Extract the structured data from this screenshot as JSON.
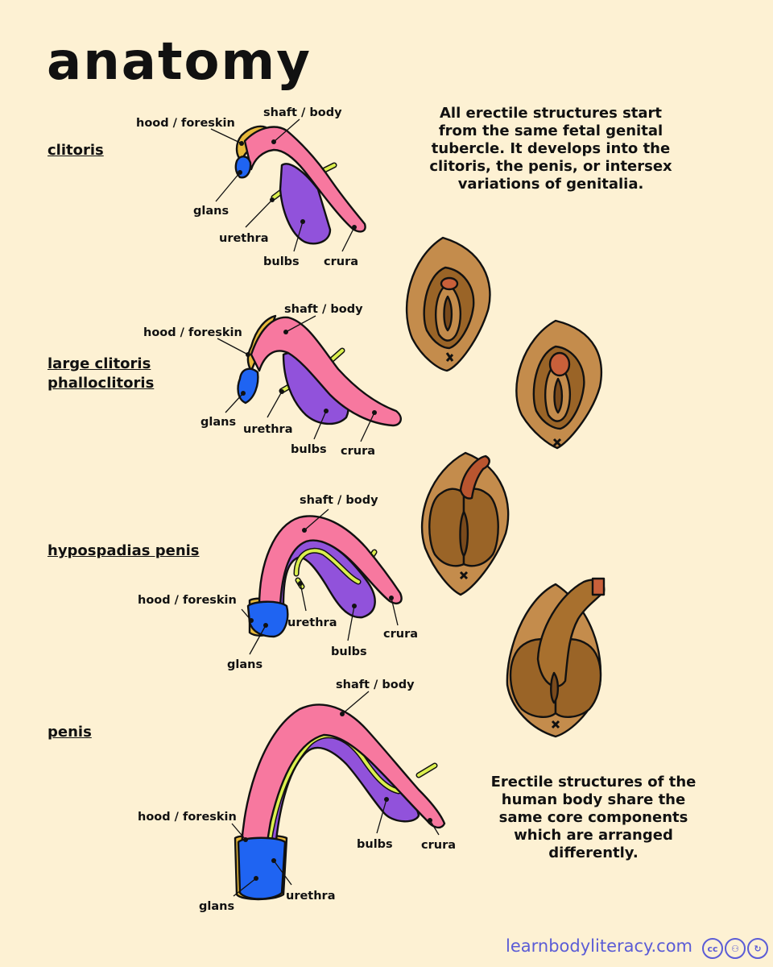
{
  "title": "anatomy",
  "sections": {
    "clitoris": {
      "label": "clitoris"
    },
    "large_clitoris": {
      "label_line1": "large clitoris",
      "label_line2": "phalloclitoris"
    },
    "hypospadias": {
      "label": "hypospadias penis"
    },
    "penis": {
      "label": "penis"
    }
  },
  "parts": {
    "hood": "hood / foreskin",
    "shaft": "shaft / body",
    "glans": "glans",
    "urethra": "urethra",
    "bulbs": "bulbs",
    "crura": "crura"
  },
  "intro_text": "All erectile structures start from the same fetal genital tubercle. It develops into the clitoris, the penis, or intersex variations of genitalia.",
  "outro_text": "Erectile structures of the human body share the same core components which are arranged differently.",
  "footer": {
    "site": "learnbodyliteracy.com",
    "license_icons": [
      "cc-icon",
      "by-icon",
      "sa-icon"
    ]
  },
  "colors": {
    "background": "#fdf1d3",
    "shaft_pink": "#f7789f",
    "bulbs_purple": "#9152db",
    "glans_blue": "#1f64f2",
    "hood_yellow": "#e7b93a",
    "urethra_green": "#dcf04e",
    "skin_light": "#c48c4c",
    "skin_dark": "#9a6427",
    "footer_text": "#5b5cd6"
  }
}
